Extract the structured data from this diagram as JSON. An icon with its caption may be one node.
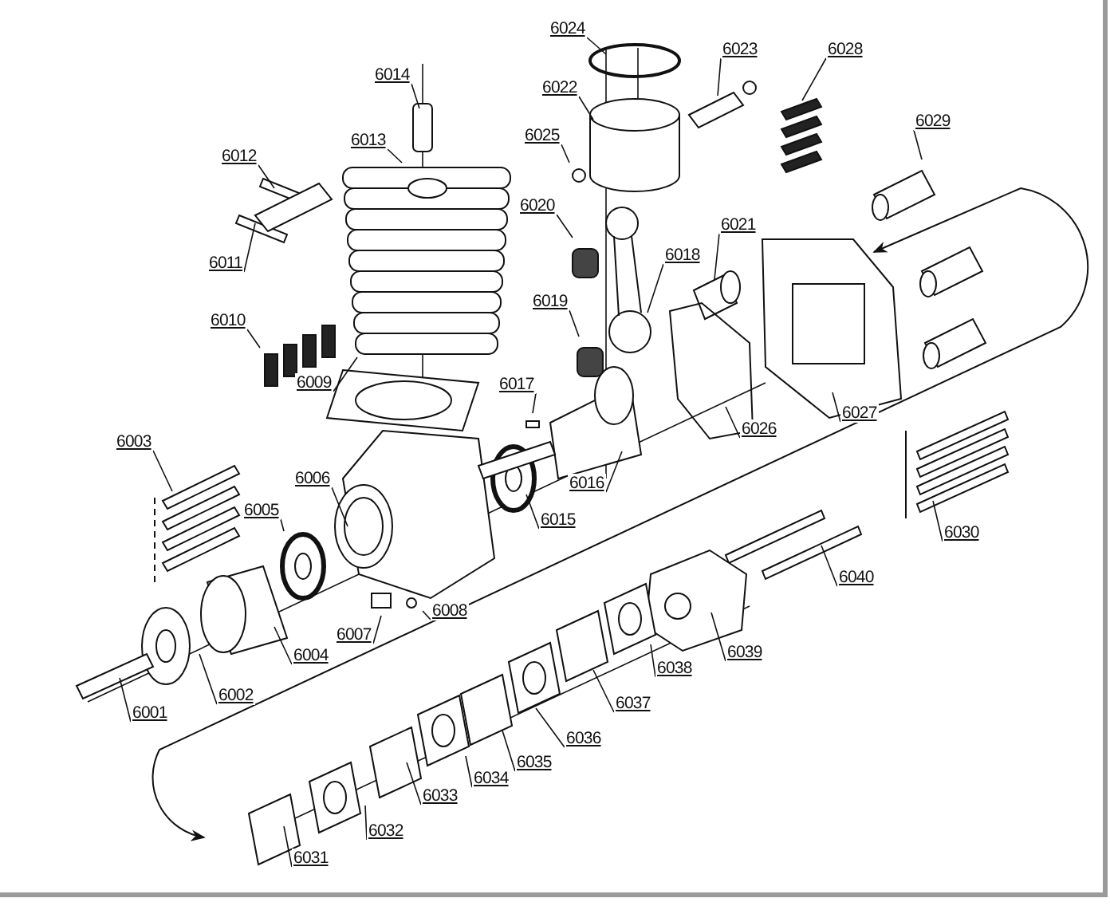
{
  "diagram": {
    "nodes": [
      {
        "text": [
          "6001"
        ]
      },
      {
        "text": [
          "6002"
        ]
      },
      {
        "text": [
          "6003"
        ]
      },
      {
        "text": [
          "6004"
        ]
      },
      {
        "text": [
          "6005"
        ]
      },
      {
        "text": [
          "6006"
        ]
      },
      {
        "text": [
          "6007"
        ]
      },
      {
        "text": [
          "6008"
        ]
      },
      {
        "text": [
          "6009"
        ]
      },
      {
        "text": [
          "6010"
        ]
      },
      {
        "text": [
          "6011"
        ]
      },
      {
        "text": [
          "6012"
        ]
      },
      {
        "text": [
          "6013"
        ]
      },
      {
        "text": [
          "6014"
        ]
      },
      {
        "text": [
          "6015"
        ]
      },
      {
        "text": [
          "6016"
        ]
      },
      {
        "text": [
          "6017"
        ]
      },
      {
        "text": [
          "6018"
        ]
      },
      {
        "text": [
          "6019"
        ]
      },
      {
        "text": [
          "6020"
        ]
      },
      {
        "text": [
          "6021"
        ]
      },
      {
        "text": [
          "6022"
        ]
      },
      {
        "text": [
          "6023"
        ]
      },
      {
        "text": [
          "6024"
        ]
      },
      {
        "text": [
          "6025"
        ]
      },
      {
        "text": [
          "6026"
        ]
      },
      {
        "text": [
          "6027"
        ]
      },
      {
        "text": [
          "6028"
        ]
      },
      {
        "text": [
          "6029"
        ]
      },
      {
        "text": [
          "6030"
        ]
      },
      {
        "text": [
          "6031"
        ]
      },
      {
        "text": [
          "6032"
        ]
      },
      {
        "text": [
          "6033"
        ]
      },
      {
        "text": [
          "6034"
        ]
      },
      {
        "text": [
          "6035"
        ]
      },
      {
        "text": [
          "6036"
        ]
      },
      {
        "text": [
          "6037"
        ]
      },
      {
        "text": [
          "6038"
        ]
      },
      {
        "text": [
          "6039"
        ]
      },
      {
        "text": [
          "6040"
        ]
      }
    ],
    "edges": [
      {
        "from": 0,
        "to": null,
        "arrow": "none"
      },
      {
        "from": 1,
        "to": null,
        "arrow": "none"
      },
      {
        "from": 2,
        "to": null,
        "arrow": "none"
      },
      {
        "from": 3,
        "to": null,
        "arrow": "none"
      },
      {
        "from": 4,
        "to": null,
        "arrow": "none"
      },
      {
        "from": 5,
        "to": null,
        "arrow": "none"
      },
      {
        "from": 6,
        "to": null,
        "arrow": "none"
      },
      {
        "from": 7,
        "to": null,
        "arrow": "none"
      },
      {
        "from": 8,
        "to": null,
        "arrow": "none"
      },
      {
        "from": 9,
        "to": null,
        "arrow": "none"
      },
      {
        "from": 10,
        "to": null,
        "arrow": "none"
      },
      {
        "from": 11,
        "to": null,
        "arrow": "none"
      },
      {
        "from": 12,
        "to": null,
        "arrow": "none"
      },
      {
        "from": 13,
        "to": null,
        "arrow": "none"
      },
      {
        "from": 14,
        "to": null,
        "arrow": "none"
      },
      {
        "from": 15,
        "to": null,
        "arrow": "none"
      },
      {
        "from": 16,
        "to": null,
        "arrow": "none"
      },
      {
        "from": 17,
        "to": null,
        "arrow": "none"
      },
      {
        "from": 18,
        "to": null,
        "arrow": "none"
      },
      {
        "from": 19,
        "to": null,
        "arrow": "none"
      },
      {
        "from": 20,
        "to": null,
        "arrow": "none"
      },
      {
        "from": 21,
        "to": null,
        "arrow": "none"
      },
      {
        "from": 22,
        "to": null,
        "arrow": "none"
      },
      {
        "from": 23,
        "to": null,
        "arrow": "none"
      },
      {
        "from": 24,
        "to": null,
        "arrow": "none"
      },
      {
        "from": 25,
        "to": null,
        "arrow": "none"
      },
      {
        "from": 26,
        "to": null,
        "arrow": "none"
      },
      {
        "from": 27,
        "to": null,
        "arrow": "none"
      },
      {
        "from": 28,
        "to": null,
        "arrow": "none"
      },
      {
        "from": 29,
        "to": null,
        "arrow": "none"
      },
      {
        "from": 30,
        "to": null,
        "arrow": "none"
      },
      {
        "from": 31,
        "to": null,
        "arrow": "none"
      },
      {
        "from": 32,
        "to": null,
        "arrow": "none"
      },
      {
        "from": 33,
        "to": null,
        "arrow": "none"
      },
      {
        "from": 34,
        "to": null,
        "arrow": "none"
      },
      {
        "from": 35,
        "to": null,
        "arrow": "none"
      },
      {
        "from": 36,
        "to": null,
        "arrow": "none"
      },
      {
        "from": 37,
        "to": null,
        "arrow": "none"
      },
      {
        "from": 38,
        "to": null,
        "arrow": "none"
      },
      {
        "from": 39,
        "to": null,
        "arrow": "none"
      }
    ]
  }
}
